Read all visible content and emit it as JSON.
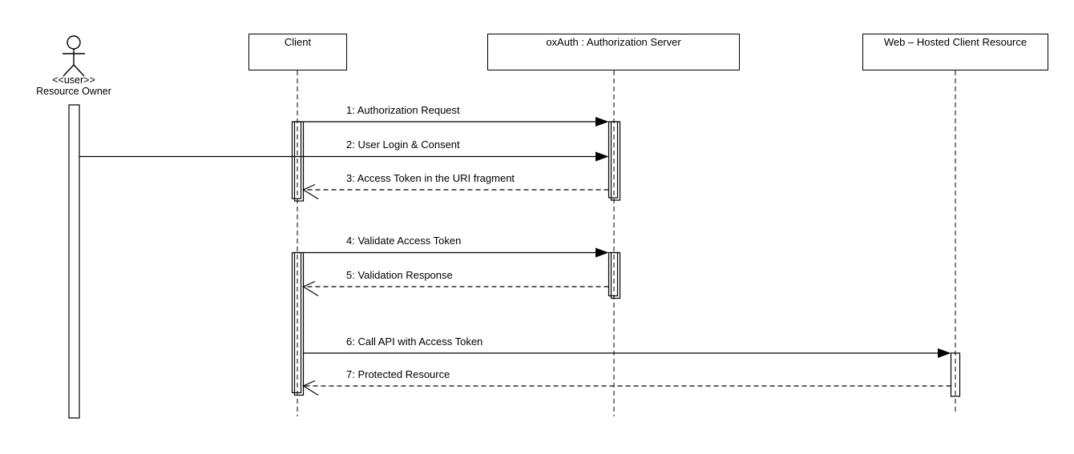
{
  "diagram_type": "uml-sequence-diagram",
  "colors": {
    "line": "#000000",
    "background": "#ffffff"
  },
  "participants": {
    "resource_owner": {
      "kind": "actor",
      "stereotype": "<<user>>",
      "label": "Resource Owner"
    },
    "client": {
      "kind": "lifeline",
      "label": "Client"
    },
    "auth_server": {
      "kind": "lifeline",
      "label": "oxAuth : Authorization Server"
    },
    "web_resource": {
      "kind": "lifeline",
      "label": "Web – Hosted Client Resource"
    }
  },
  "messages": [
    {
      "label": "1: Authorization Request",
      "from": "client",
      "to": "auth_server",
      "line": "solid"
    },
    {
      "label": "2: User Login & Consent",
      "from": "resource_owner",
      "to": "auth_server",
      "line": "solid"
    },
    {
      "label": "3: Access Token in the URI fragment",
      "from": "auth_server",
      "to": "client",
      "line": "dashed-return"
    },
    {
      "label": "4: Validate Access Token",
      "from": "client",
      "to": "auth_server",
      "line": "solid"
    },
    {
      "label": "5: Validation Response",
      "from": "auth_server",
      "to": "client",
      "line": "dashed-return"
    },
    {
      "label": "6: Call API with Access Token",
      "from": "client",
      "to": "web_resource",
      "line": "solid"
    },
    {
      "label": "7: Protected Resource",
      "from": "web_resource",
      "to": "client",
      "line": "dashed-return"
    }
  ]
}
